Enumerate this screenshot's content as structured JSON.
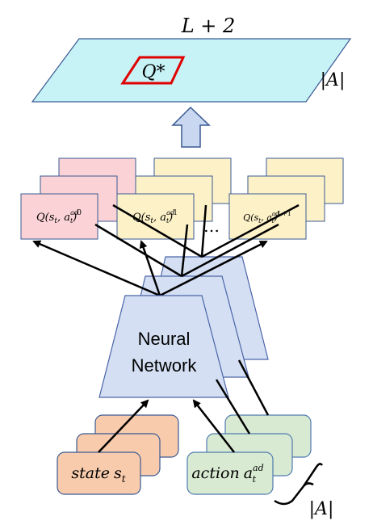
{
  "top_label": "L + 2",
  "plane_side_label": "|A|",
  "q_star": "Q*",
  "q_boxes": [
    {
      "base": "Q(s",
      "sub1": "t",
      "mid": ", a",
      "sup": "ad",
      "sub2": "t",
      "end": ")",
      "power": "0"
    },
    {
      "base": "Q(s",
      "sub1": "t",
      "mid": ", a",
      "sup": "ad",
      "sub2": "t",
      "end": ")",
      "power": "1"
    },
    {
      "base": "Q(s",
      "sub1": "t",
      "mid": ", a",
      "sup": "ad",
      "sub2": "t",
      "end": ")",
      "power": "L+1"
    }
  ],
  "ellipsis": "…",
  "network_line1": "Neural",
  "network_line2": "Network",
  "state_text": "state",
  "state_var": "s",
  "state_sub": "t",
  "action_text": "action",
  "action_var": "a",
  "action_sup": "ad",
  "action_sub": "t",
  "bracket_label": "|A|",
  "colors": {
    "plane": "#c7f3f7",
    "q_star_box": "#e00000",
    "arrow_fill": "#c9d8f0",
    "pink": "#fbd3d6",
    "yellow": "#fdf1c8",
    "network": "#d4dff3",
    "network_stroke": "#4a64a8",
    "state": "#f8cbad",
    "state_stroke": "#3a5a92",
    "action": "#d9ead3",
    "action_stroke": "#4f7ab0"
  }
}
